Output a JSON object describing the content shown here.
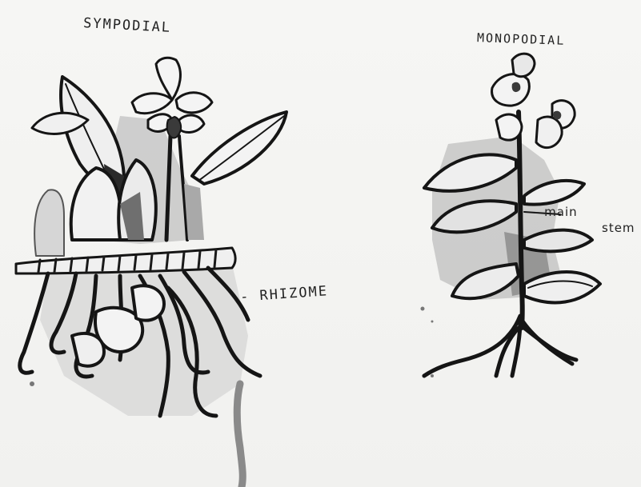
{
  "labels": {
    "sympodial": "SYMPODIAL",
    "monopodial": "MONOPODIAL",
    "rhizome": "- RHIZOME",
    "main": "- main",
    "stem": "stem"
  },
  "colors": {
    "paper": "#f4f4f2",
    "ink": "#151515",
    "wash_dark": "#7a7a7a",
    "wash_light": "#c9c9c9"
  }
}
